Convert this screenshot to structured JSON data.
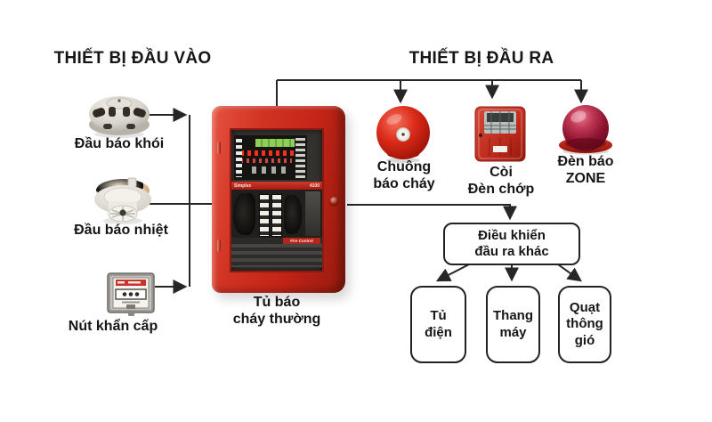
{
  "input_section": {
    "title": "THIẾT BỊ ĐẦU VÀO",
    "devices": [
      {
        "id": "smoke-detector",
        "label": "Đầu báo khói"
      },
      {
        "id": "heat-detector",
        "label": "Đầu báo nhiệt"
      },
      {
        "id": "emergency-button",
        "label": "Nút khẩn cấp"
      }
    ]
  },
  "output_section": {
    "title": "THIẾT BỊ ĐẦU RA",
    "devices": [
      {
        "id": "fire-bell",
        "label": "Chuông\nbáo cháy"
      },
      {
        "id": "horn-strobe",
        "label": "Còi\nĐèn chớp"
      },
      {
        "id": "zone-lamp",
        "label": "Đèn báo\nZONE"
      }
    ]
  },
  "panel": {
    "label": "Tủ báo\ncháy thường",
    "brand": "Simplex",
    "model": "4100",
    "strip_label": "Fire Control"
  },
  "controller_box": {
    "label": "Điều khiển\nđầu ra khác"
  },
  "other_outputs": [
    {
      "label": "Tủ\nđiện"
    },
    {
      "label": "Thang\nmáy"
    },
    {
      "label": "Quạt\nthông\ngió"
    }
  ],
  "colors": {
    "line": "#262626",
    "device_red": "#c8271a",
    "panel_red": "#c32417",
    "dome_red": "#8f1430",
    "text": "#161616",
    "background": "#ffffff"
  }
}
